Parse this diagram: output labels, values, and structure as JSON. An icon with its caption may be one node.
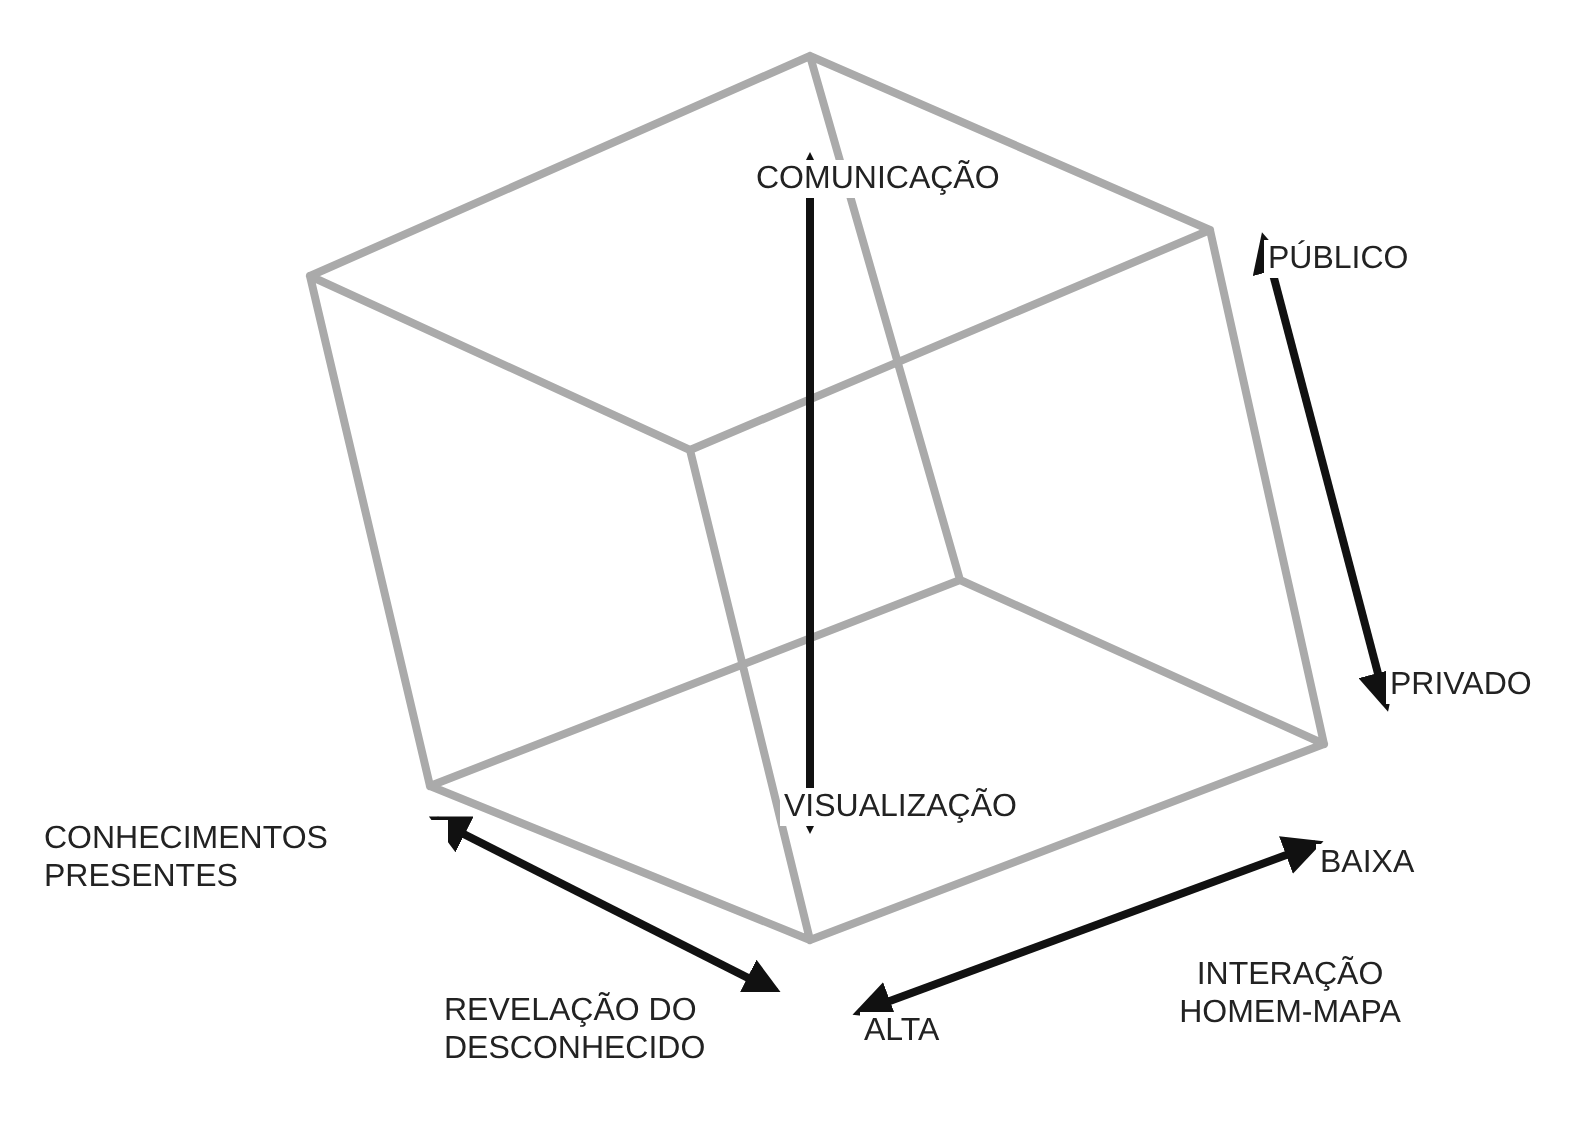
{
  "diagram": {
    "nodes": [
      {
        "text": [
          "COMUNICAÇÃO"
        ]
      },
      {
        "text": [
          "VISUALIZAÇÃO"
        ]
      },
      {
        "text": [
          "PÚBLICO"
        ]
      },
      {
        "text": [
          "PRIVADO"
        ]
      },
      {
        "text": [
          "CONHECIMENTOS PRESENTES"
        ]
      },
      {
        "text": [
          "REVELAÇÃO DO DESCONHECIDO"
        ]
      },
      {
        "text": [
          "ALTA"
        ]
      },
      {
        "text": [
          "BAIXA"
        ]
      }
    ],
    "edges": [
      {
        "from": 0,
        "to": 1,
        "arrow": "both"
      },
      {
        "from": 2,
        "to": 3,
        "arrow": "both"
      },
      {
        "from": 4,
        "to": 5,
        "arrow": "both"
      },
      {
        "from": 6,
        "to": 7,
        "arrow": "both"
      }
    ],
    "labels": [
      "INTERAÇÃO HOMEM-MAPA"
    ]
  }
}
